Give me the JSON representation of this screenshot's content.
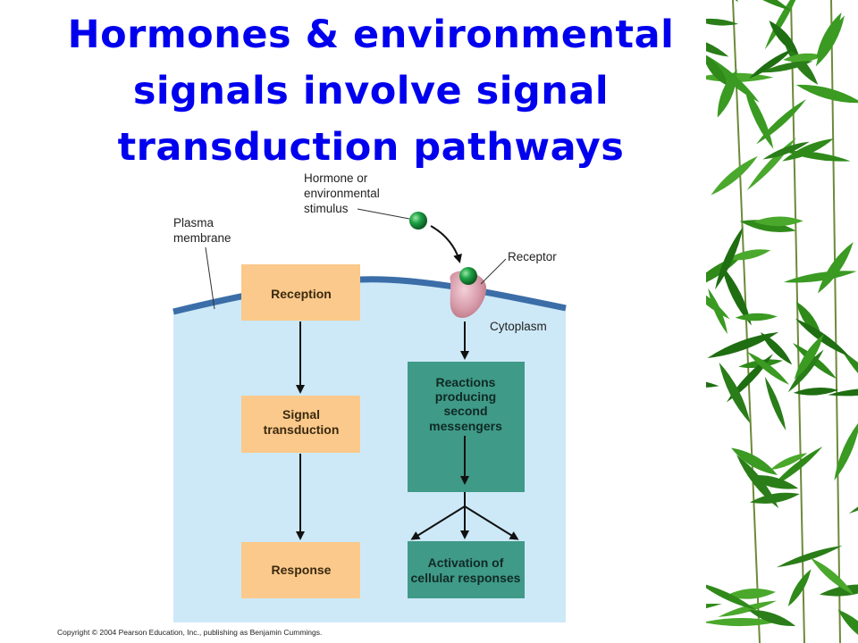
{
  "title": {
    "line1": "Hormones & environmental",
    "line2": "signals involve signal",
    "line3": "transduction pathways"
  },
  "labels": {
    "stimulus_1": "Hormone or",
    "stimulus_2": "environmental",
    "stimulus_3": "stimulus",
    "plasma_1": "Plasma",
    "plasma_2": "membrane",
    "receptor": "Receptor",
    "cytoplasm": "Cytoplasm"
  },
  "boxes": {
    "reception": "Reception",
    "signal_1": "Signal",
    "signal_2": "transduction",
    "response": "Response",
    "reactions_1": "Reactions",
    "reactions_2": "producing",
    "reactions_3": "second",
    "reactions_4": "messengers",
    "activation_1": "Activation of",
    "activation_2": "cellular responses"
  },
  "copyright": "Copyright © 2004 Pearson Education, Inc., publishing as Benjamin Cummings.",
  "colors": {
    "title": "#0000ee",
    "cell": "#cde9f7",
    "membrane": "#3b6ea8",
    "orange_box": "#fbc98b",
    "teal_box": "#3f9a87",
    "molecule": "#1a9a3a",
    "receptor": "#d89aa8",
    "leaf": "#2f8a1a"
  },
  "icons": [
    "hormone-molecule-icon",
    "receptor-icon",
    "bamboo-decoration"
  ]
}
